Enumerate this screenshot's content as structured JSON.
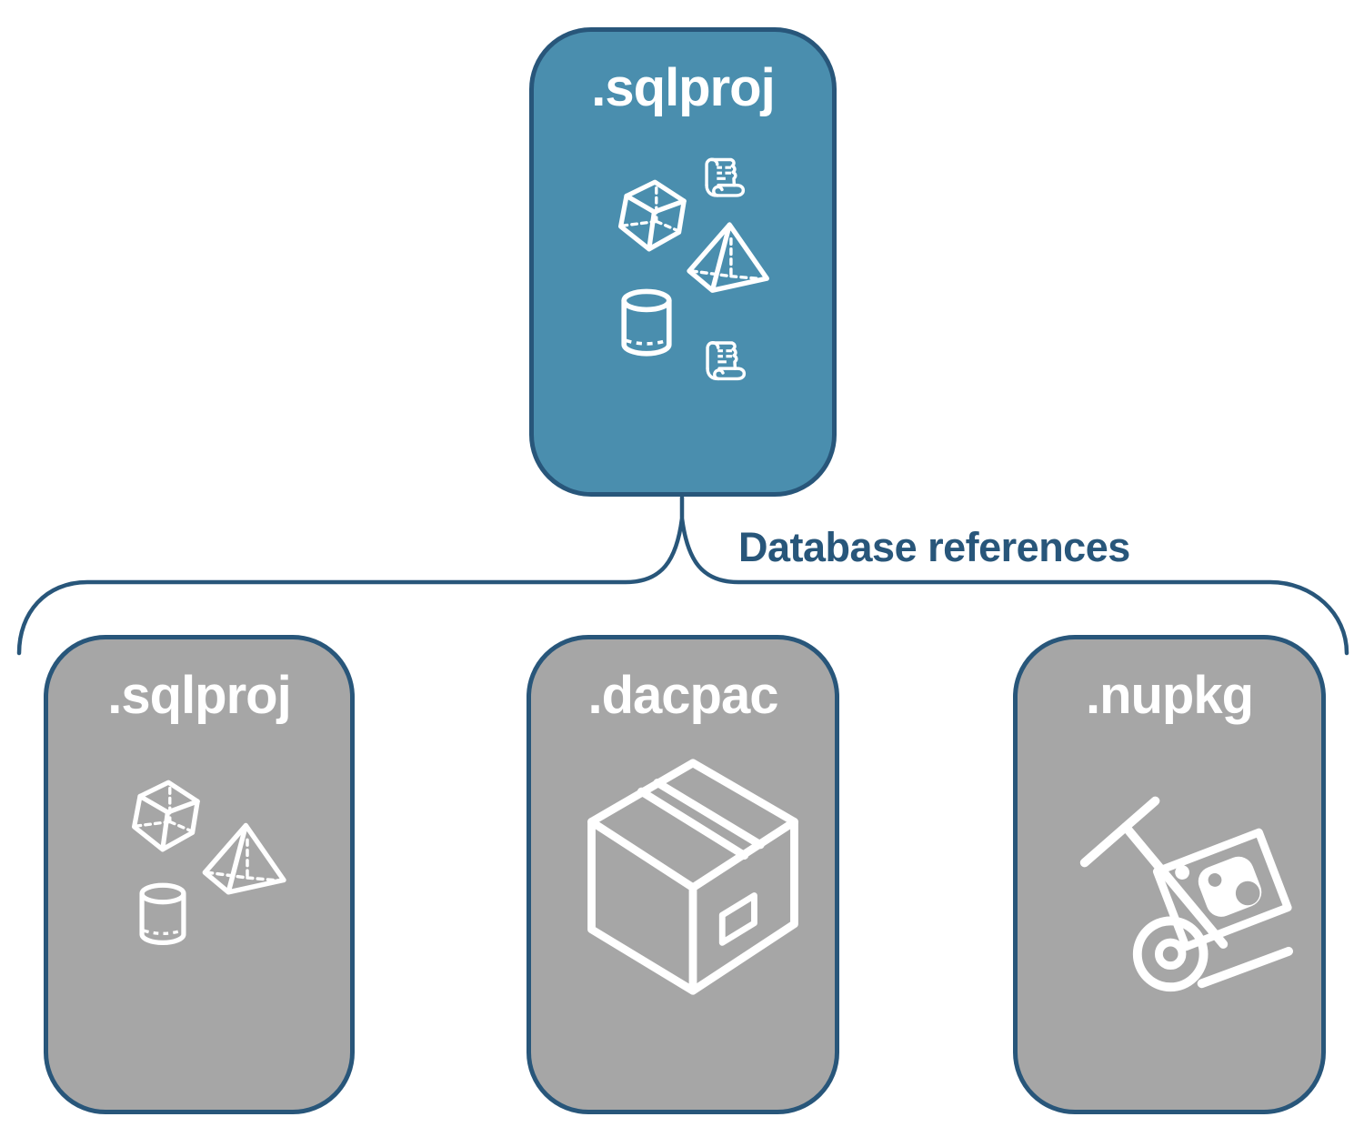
{
  "diagram": {
    "root_node": {
      "label": ".sqlproj",
      "icons": [
        "script-scroll",
        "cube",
        "pyramid",
        "cylinder",
        "script-scroll"
      ]
    },
    "connector": {
      "label": "Database references"
    },
    "children": [
      {
        "label": ".sqlproj",
        "icons": [
          "cube",
          "pyramid",
          "cylinder"
        ]
      },
      {
        "label": ".dacpac",
        "icons": [
          "package-box"
        ]
      },
      {
        "label": ".nupkg",
        "icons": [
          "nuget-package-dolly"
        ]
      }
    ],
    "colors": {
      "root_fill": "#4A8EAE",
      "child_fill": "#A6A6A6",
      "outline": "#28567A",
      "connector_stroke": "#28567A",
      "connector_label_text": "#28567A",
      "node_label_text": "#FFFFFF",
      "icon_stroke": "#FFFFFF",
      "background": "#FFFFFF"
    }
  }
}
